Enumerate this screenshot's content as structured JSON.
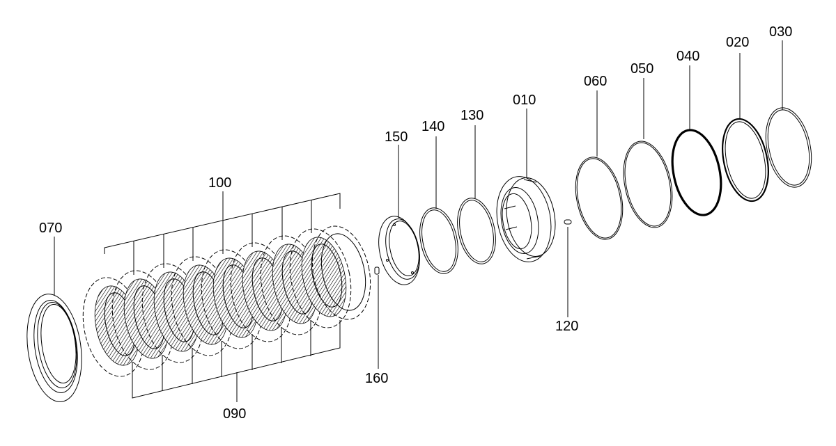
{
  "diagram": {
    "callouts": [
      {
        "id": "070",
        "label": "070"
      },
      {
        "id": "100",
        "label": "100"
      },
      {
        "id": "090",
        "label": "090"
      },
      {
        "id": "160",
        "label": "160"
      },
      {
        "id": "150",
        "label": "150"
      },
      {
        "id": "140",
        "label": "140"
      },
      {
        "id": "130",
        "label": "130"
      },
      {
        "id": "010",
        "label": "010"
      },
      {
        "id": "120",
        "label": "120"
      },
      {
        "id": "060",
        "label": "060"
      },
      {
        "id": "050",
        "label": "050"
      },
      {
        "id": "040",
        "label": "040"
      },
      {
        "id": "020",
        "label": "020"
      },
      {
        "id": "030",
        "label": "030"
      }
    ]
  }
}
